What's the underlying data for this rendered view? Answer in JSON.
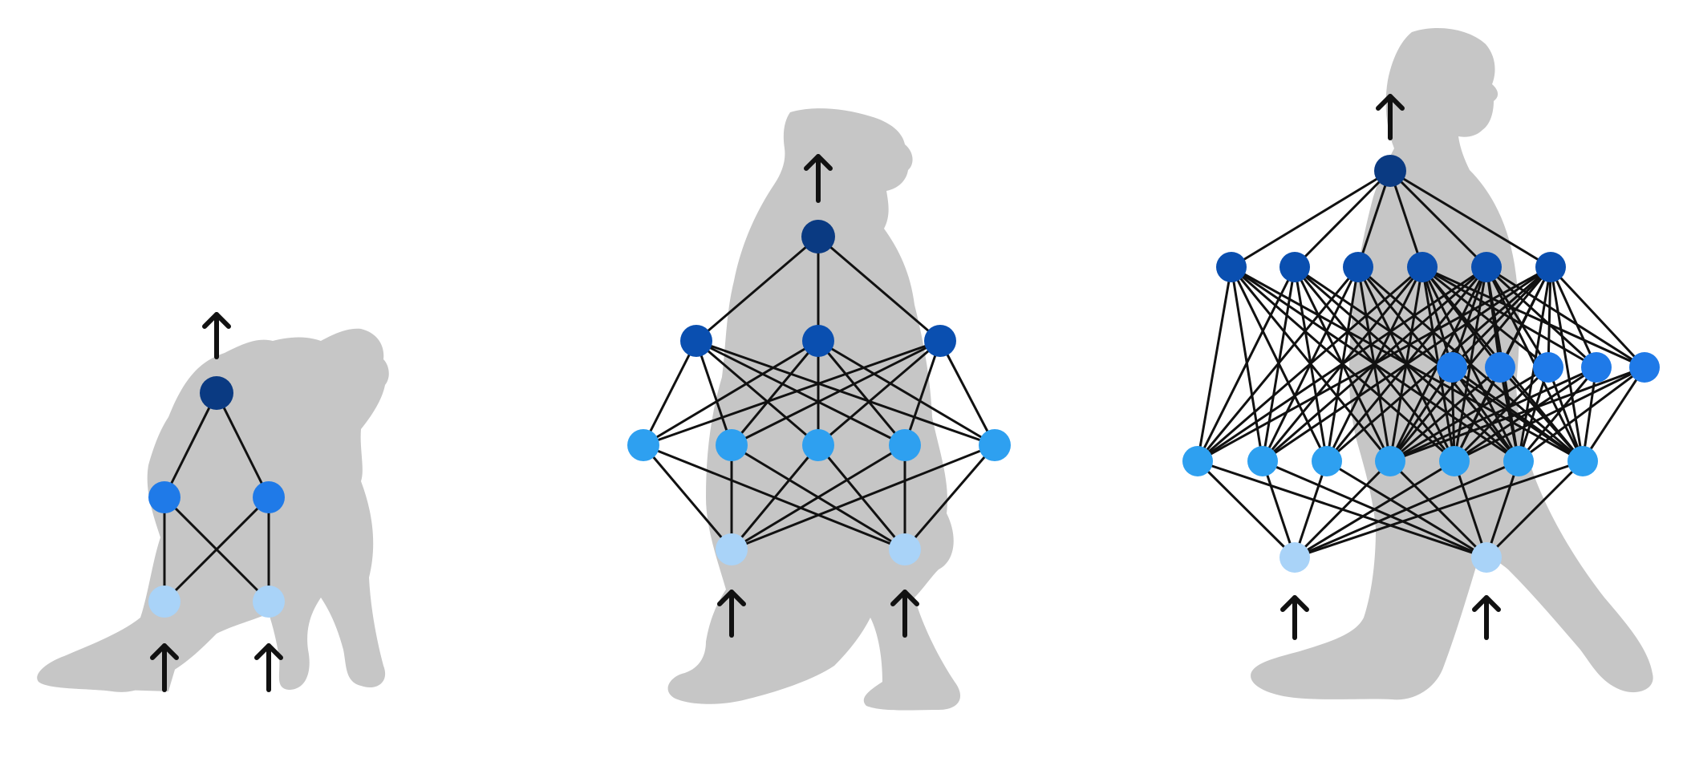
{
  "colors": {
    "background": "#ffffff",
    "silhouette": "#c6c6c6",
    "edge": "#111111",
    "arrow": "#111111",
    "node_output": "#0a3a82",
    "node_hidden_dark": "#0a4fb0",
    "node_hidden_mid": "#1f7ae8",
    "node_hidden_light": "#2ea0f0",
    "node_input": "#a9d3f8"
  },
  "figures": [
    {
      "name": "ape",
      "network": {
        "inputs": 2,
        "hidden_layers": [
          2
        ],
        "outputs": 1
      }
    },
    {
      "name": "early-hominid",
      "network": {
        "inputs": 2,
        "hidden_layers": [
          5,
          3
        ],
        "outputs": 1
      }
    },
    {
      "name": "human",
      "network": {
        "inputs": 2,
        "hidden_layers": [
          7,
          5,
          6
        ],
        "outputs": 1
      }
    }
  ],
  "icons": {
    "input_arrow": "arrow-up-icon",
    "output_arrow": "arrow-up-icon"
  }
}
